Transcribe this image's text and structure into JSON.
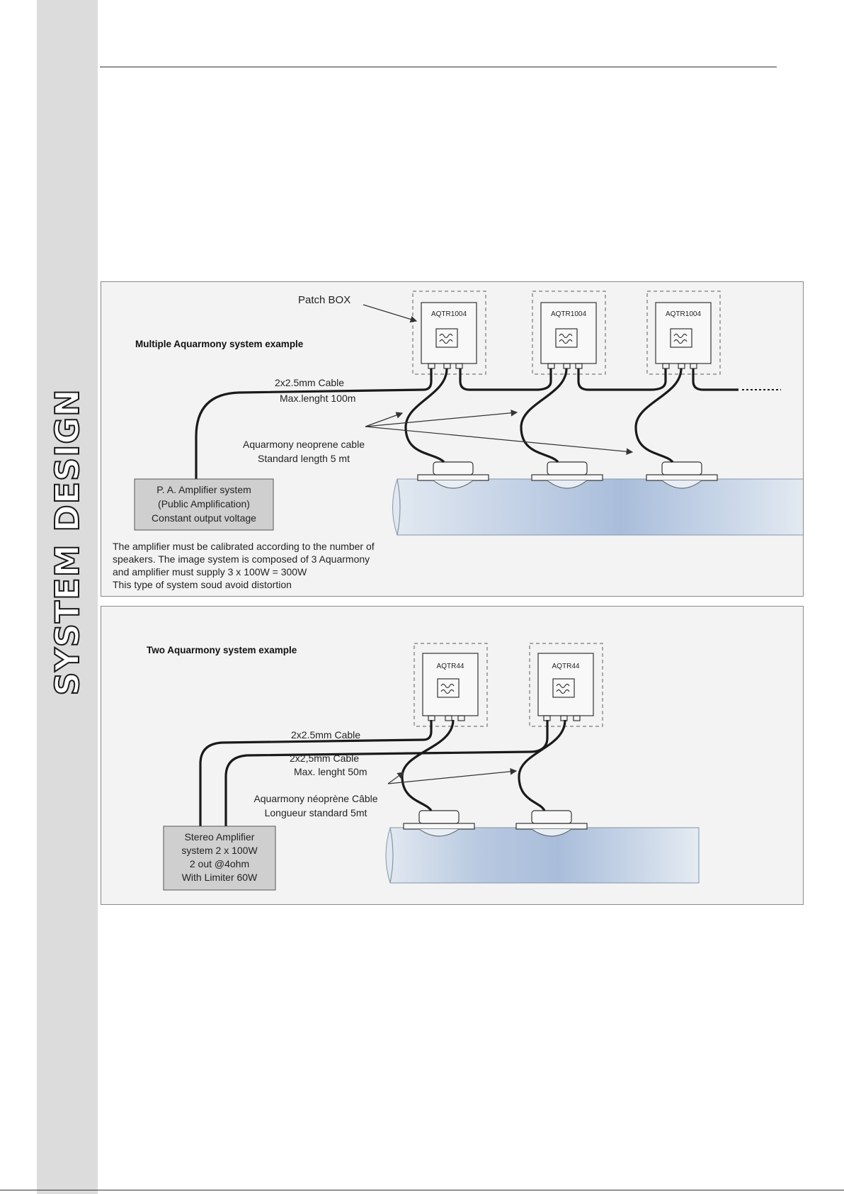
{
  "sidebar": {
    "title": "SYSTEM DESIGN"
  },
  "diagram1": {
    "title": "Multiple Aquarmony system example",
    "patch_label": "Patch BOX",
    "transformer_labels": [
      "AQTR1004",
      "AQTR1004",
      "AQTR1004"
    ],
    "cable_line1": "2x2.5mm Cable",
    "cable_line2": "Max.lenght 100m",
    "neoprene_line1": "Aquarmony neoprene cable",
    "neoprene_line2": "Standard length 5 mt",
    "amp_line1": "P. A. Amplifier system",
    "amp_line2": "(Public Amplification)",
    "amp_line3": "Constant output voltage",
    "note_lines": [
      "The amplifier must be calibrated according to the number of",
      "speakers. The image system is composed of 3 Aquarmony",
      "and amplifier must supply 3 x 100W = 300W",
      "This type of system soud avoid distortion"
    ]
  },
  "diagram2": {
    "title": "Two Aquarmony system example",
    "transformer_labels": [
      "AQTR44",
      "AQTR44"
    ],
    "cable1_label": "2x2.5mm Cable",
    "cable2_line1": "2x2,5mm Cable",
    "cable2_line2": "Max. lenght 50m",
    "neoprene_line1": "Aquarmony néoprène Câble",
    "neoprene_line2": "Longueur standard 5mt",
    "amp_line1": "Stereo Amplifier",
    "amp_line2": "system 2 x 100W",
    "amp_line3": "2 out @4ohm",
    "amp_line4": "With Limiter 60W"
  }
}
